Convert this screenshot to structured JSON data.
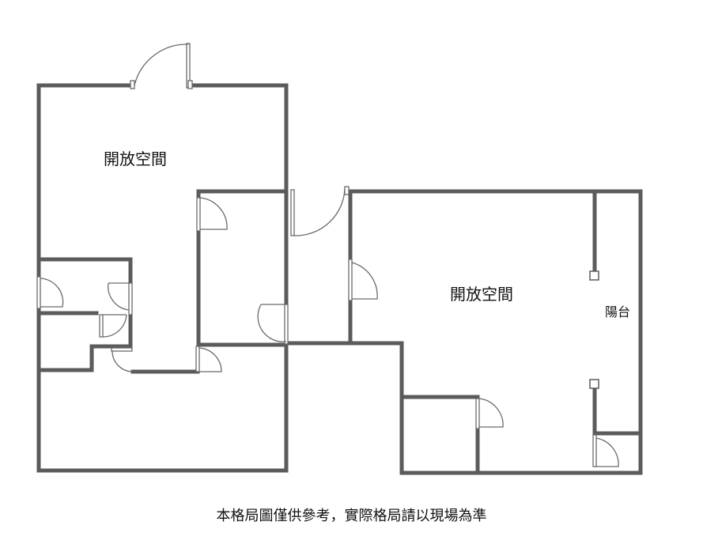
{
  "rooms": {
    "open_space_left": "開放空間",
    "open_space_right": "開放空間",
    "balcony": "陽台"
  },
  "disclaimer": "本格局圖僅供參考，實際格局請以現場為準",
  "colors": {
    "wall": "#5b5b5b",
    "background": "#ffffff",
    "text": "#111111"
  }
}
